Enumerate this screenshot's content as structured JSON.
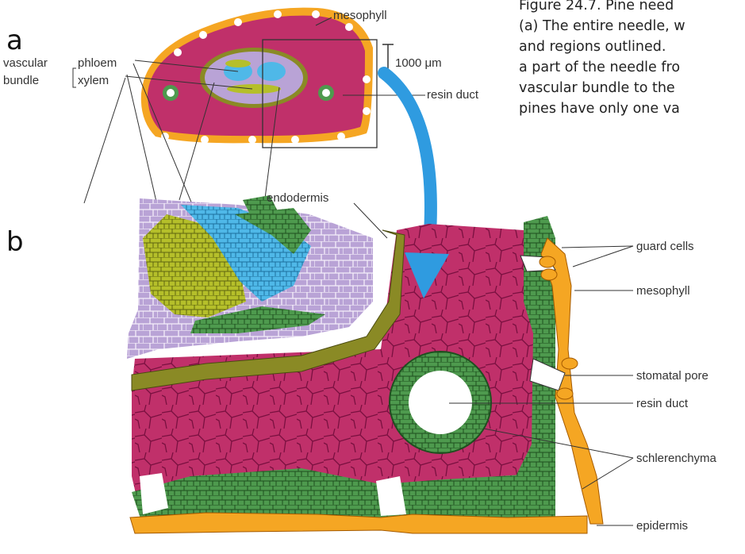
{
  "caption": {
    "lines": [
      "Figure 24.7.  Pine need",
      "(a) The entire needle, w",
      "and regions outlined. ",
      "a part of the needle fro",
      "vascular bundle to the",
      "pines have only one va"
    ]
  },
  "panel_a": {
    "letter": "a",
    "labels": {
      "mesophyll": "mesophyll",
      "scale_bar": "1000 μm",
      "vascular_bundle_1": "vascular",
      "vascular_bundle_2": "bundle",
      "phloem": "phloem",
      "xylem": "xylem",
      "resin_duct": "resin duct",
      "endodermis": "endodermis"
    }
  },
  "panel_b": {
    "letter": "b",
    "labels": {
      "guard_cells": "guard cells",
      "mesophyll": "mesophyll",
      "stomatal_pore": "stomatal pore",
      "resin_duct": "resin duct",
      "schlerenchyma": "schlerenchyma",
      "epidermis": "epidermis"
    }
  },
  "colors": {
    "mesophyll": "#c0306a",
    "epidermis": "#f5a623",
    "phloem": "#4fb8e8",
    "xylem": "#b5bf2a",
    "endodermis": "#8a8a25",
    "parenchyma": "#b9a3d6",
    "schlerenchyma": "#4e9a4e",
    "arrow": "#2f9be0"
  }
}
